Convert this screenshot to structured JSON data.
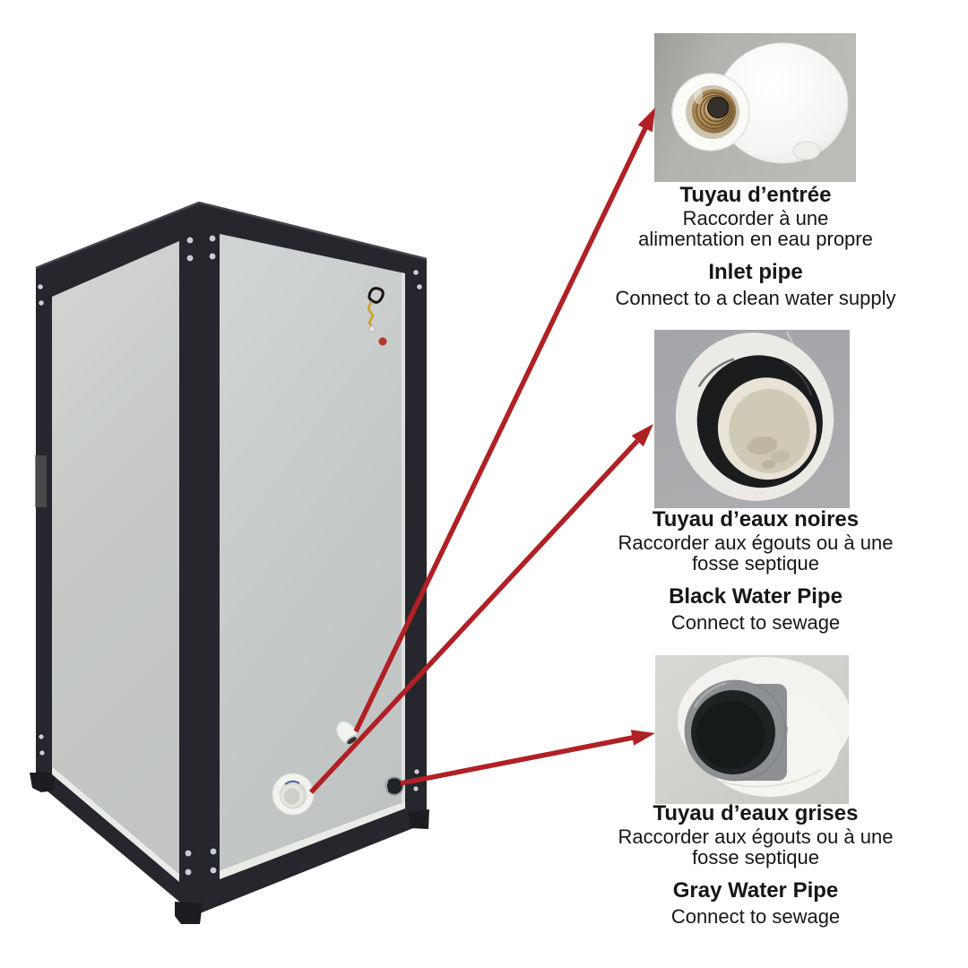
{
  "diagram": {
    "subject": "portable-toilet-cabin-pipe-connections",
    "arrow_color": "#b02025",
    "text_color": "#161616",
    "cabin_frame_color": "#25272c",
    "cabin_panel_color": "#c6c9c7"
  },
  "callouts": [
    {
      "photo": "inlet-pipe-fitting-photo",
      "title_fr": "Tuyau d’entrée",
      "desc_fr_lines": [
        "Raccorder à une",
        "alimentation en eau propre"
      ],
      "title_en": "Inlet pipe",
      "desc_en": "Connect to a clean water supply"
    },
    {
      "photo": "black-water-pipe-photo",
      "title_fr": "Tuyau d’eaux noires",
      "desc_fr_lines": [
        "Raccorder aux égouts ou à une",
        "fosse septique"
      ],
      "title_en": "Black Water Pipe",
      "desc_en": "Connect to sewage"
    },
    {
      "photo": "gray-water-pipe-photo",
      "title_fr": "Tuyau d’eaux grises",
      "desc_fr_lines": [
        "Raccorder aux égouts ou à une",
        "fosse septique"
      ],
      "title_en": "Gray Water Pipe",
      "desc_en": "Connect to sewage"
    }
  ]
}
